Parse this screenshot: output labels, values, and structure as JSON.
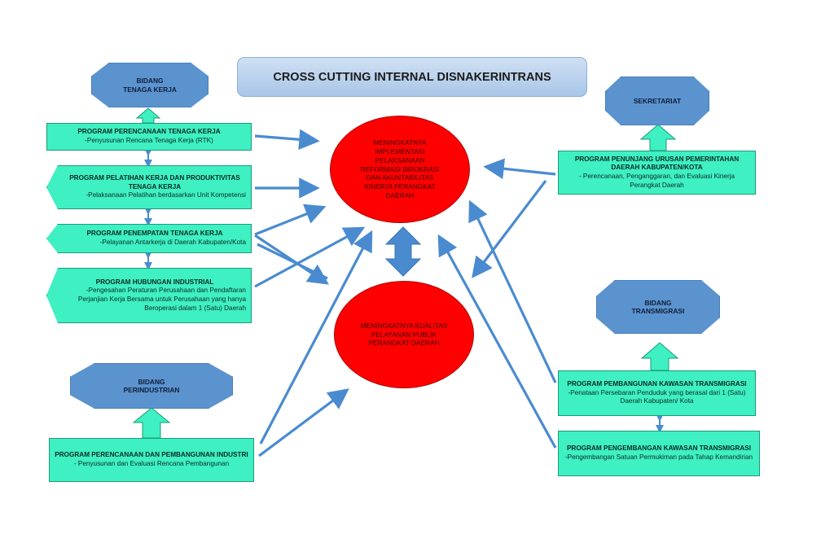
{
  "title": "CROSS CUTTING INTERNAL DISNAKERINTRANS",
  "bidang": {
    "tenaga_kerja": [
      "BIDANG",
      "TENAGA KERJA"
    ],
    "perindustrian": [
      "BIDANG",
      "PERINDUSTRIAN"
    ],
    "sekretariat": [
      "SEKRETARIAT"
    ],
    "transmigrasi": [
      "BIDANG",
      "TRANSMIGRASI"
    ]
  },
  "goals": {
    "reformasi": "MENINGKATNYA IMPLEMENTASI PELAKSANAAN REFORMASI BIROKRASI DAN AKUNTABILITAS KINERJA PERANGKAT DAERAH",
    "pelayanan": "MENINGKATNYA KUALITAS PELAYANAN PUBLIK PERANGKAT DAERAH"
  },
  "programs": {
    "perencanaan_tk": {
      "h": "PROGRAM PERENCANAAN TENAGA KERJA",
      "s": "-Penyusunan Rencana Tenaga Kerja (RTK)"
    },
    "pelatihan": {
      "h": "PROGRAM PELATIHAN KERJA DAN PRODUKTIVITAS TENAGA KERJA",
      "s": "-Pelaksanaan Pelatihan berdasarkan Unit Kompetensi"
    },
    "penempatan": {
      "h": "PROGRAM PENEMPATAN TENAGA KERJA",
      "s": "-Pelayanan Antarkerja di Daerah Kabupaten/Kota"
    },
    "hubungan": {
      "h": "PROGRAM HUBUNGAN INDUSTRIAL",
      "s": "-Pengesahan Peraturan Perusahaan dan Pendaftaran Perjanjian Kerja Bersama untuk Perusahaan yang hanya Beroperasi dalam 1 (Satu) Daerah"
    },
    "industri": {
      "h": "PROGRAM PERENCANAAN DAN PEMBANGUNAN INDUSTRI",
      "s": "- Penyusunan dan Evaluasi Rencana Pembangunan"
    },
    "penunjang": {
      "h": "PROGRAM PENUNJANG URUSAN PEMERINTAHAN DAERAH KABUPATEN/KOTA",
      "s": "- Perencanaan, Penganggaran, dan Evaluasi Kinerja Perangkat Daerah"
    },
    "pembangunan_trans": {
      "h": "PROGRAM PEMBANGUNAN KAWASAN TRANSMIGRASI",
      "s": "-Penataan Persebaran Penduduk yang berasal dari 1 (Satu) Daerah Kabupaten/ Kota"
    },
    "pengembangan_trans": {
      "h": "PROGRAM PENGEMBANGAN KAWASAN TRANSMIGRASI",
      "s": "-Pengembangan Satuan Permukiman pada Tahap Kemandirian"
    }
  }
}
